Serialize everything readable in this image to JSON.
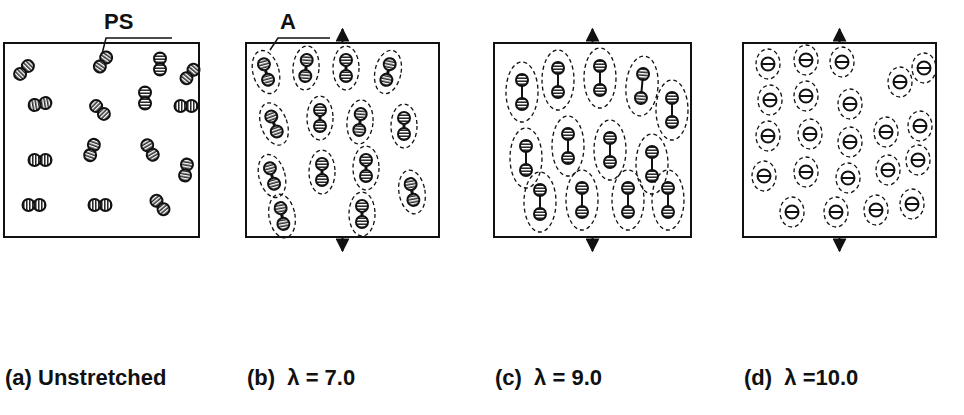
{
  "diagram": {
    "nodes": [
      {
        "text": [
          "(a) Unstretched"
        ]
      },
      {
        "text": [
          "(b)  λ = 7.0"
        ]
      },
      {
        "text": [
          "(c)  λ = 9.0"
        ]
      },
      {
        "text": [
          "(d)  λ =10.0"
        ]
      }
    ],
    "labels": [
      "PS",
      "A"
    ]
  }
}
